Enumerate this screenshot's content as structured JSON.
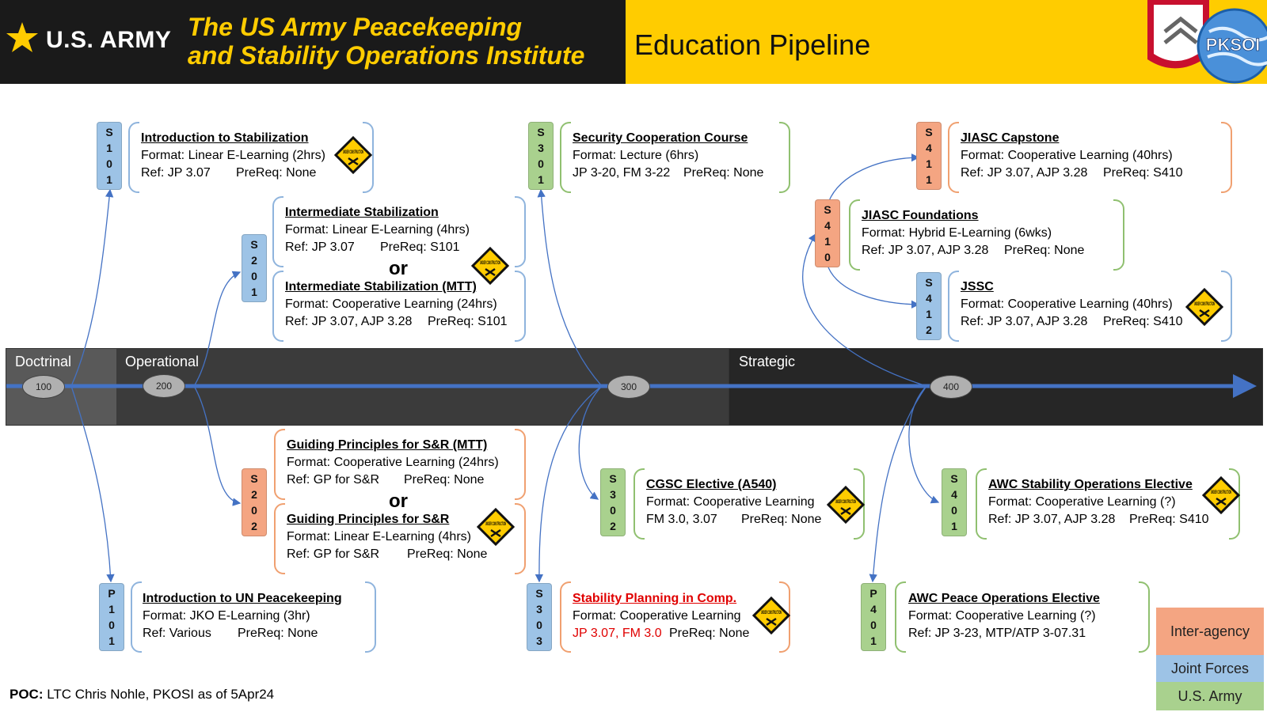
{
  "header": {
    "army_label": "U.S. ARMY",
    "institute_line1": "The US Army Peacekeeping",
    "institute_line2": "and Stability Operations Institute",
    "pipeline_title": "Education Pipeline",
    "logo_text": "PKSOI",
    "uc_sign": "UNDER CONSTRUCTION"
  },
  "timeline": {
    "phases": [
      "Doctrinal",
      "Operational",
      "Strategic"
    ],
    "levels": [
      "100",
      "200",
      "300",
      "400"
    ]
  },
  "or_label": "or",
  "courses": {
    "s101": {
      "code": [
        "S",
        "1",
        "0",
        "1"
      ],
      "title": "Introduction to Stabilization",
      "format": "Format: Linear E-Learning (2hrs)",
      "ref": "Ref: JP 3.07",
      "prereq": "PreReq: None"
    },
    "s201a": {
      "code": [
        "S",
        "2",
        "0",
        "1"
      ],
      "title": "Intermediate Stabilization",
      "format": "Format: Linear E-Learning (4hrs)",
      "ref": "Ref: JP 3.07",
      "prereq": "PreReq: S101"
    },
    "s201b": {
      "title": "Intermediate Stabilization (MTT)",
      "format": "Format: Cooperative Learning (24hrs)",
      "ref": "Ref: JP 3.07, AJP 3.28",
      "prereq": "PreReq: S101"
    },
    "s301": {
      "code": [
        "S",
        "3",
        "0",
        "1"
      ],
      "title": "Security Cooperation Course",
      "format": "Format: Lecture (6hrs)",
      "ref": "JP 3-20, FM 3-22",
      "prereq": "PreReq: None"
    },
    "s411": {
      "code": [
        "S",
        "4",
        "1",
        "1"
      ],
      "title": "JIASC Capstone",
      "format": "Format: Cooperative Learning (40hrs)",
      "ref": "Ref: JP 3.07, AJP 3.28",
      "prereq": "PreReq: S410"
    },
    "s410": {
      "code": [
        "S",
        "4",
        "1",
        "0"
      ],
      "title": "JIASC Foundations",
      "format": "Format: Hybrid E-Learning (6wks)",
      "ref": "Ref: JP 3.07, AJP 3.28",
      "prereq": "PreReq: None"
    },
    "s412": {
      "code": [
        "S",
        "4",
        "1",
        "2"
      ],
      "title": "JSSC",
      "format": "Format: Cooperative Learning (40hrs)",
      "ref": "Ref: JP 3.07, AJP 3.28",
      "prereq": "PreReq: S410"
    },
    "s202a": {
      "code": [
        "S",
        "2",
        "0",
        "2"
      ],
      "title": "Guiding Principles for S&R (MTT)",
      "format": "Format: Cooperative Learning (24hrs)",
      "ref": "Ref: GP for S&R",
      "prereq": "PreReq: None"
    },
    "s202b": {
      "title": "Guiding Principles for S&R",
      "format": "Format: Linear E-Learning (4hrs)",
      "ref": "Ref: GP for S&R",
      "prereq": "PreReq: None"
    },
    "s302": {
      "code": [
        "S",
        "3",
        "0",
        "2"
      ],
      "title": "CGSC Elective (A540)",
      "format": "Format: Cooperative Learning",
      "ref": "FM 3.0, 3.07",
      "prereq": "PreReq: None"
    },
    "s401": {
      "code": [
        "S",
        "4",
        "0",
        "1"
      ],
      "title": "AWC Stability Operations Elective",
      "format": "Format: Cooperative Learning (?)",
      "ref": "Ref: JP 3.07, AJP 3.28",
      "prereq": "PreReq: S410"
    },
    "p101": {
      "code": [
        "P",
        "1",
        "0",
        "1"
      ],
      "title": "Introduction to UN Peacekeeping",
      "format": "Format: JKO E-Learning (3hr)",
      "ref": "Ref: Various",
      "prereq": "PreReq: None"
    },
    "s303": {
      "code": [
        "S",
        "3",
        "0",
        "3"
      ],
      "title": "Stability Planning in Comp.",
      "format": "Format: Cooperative Learning",
      "ref": "JP 3.07, FM 3.0",
      "prereq": "PreReq: None"
    },
    "p401": {
      "code": [
        "P",
        "4",
        "0",
        "1"
      ],
      "title": "AWC Peace Operations Elective",
      "format": "Format: Cooperative Learning (?)",
      "ref": "Ref: JP 3-23, MTP/ATP 3-07.31",
      "prereq": ""
    }
  },
  "legend": {
    "interagency": "Inter-agency",
    "joint": "Joint Forces",
    "army": "U.S. Army",
    "colors": {
      "interagency": "#f4a582",
      "joint": "#9dc3e6",
      "army": "#a9d18e"
    }
  },
  "poc": {
    "label": "POC:",
    "text": " LTC Chris Nohle, PKOSI as of 5Apr24"
  }
}
